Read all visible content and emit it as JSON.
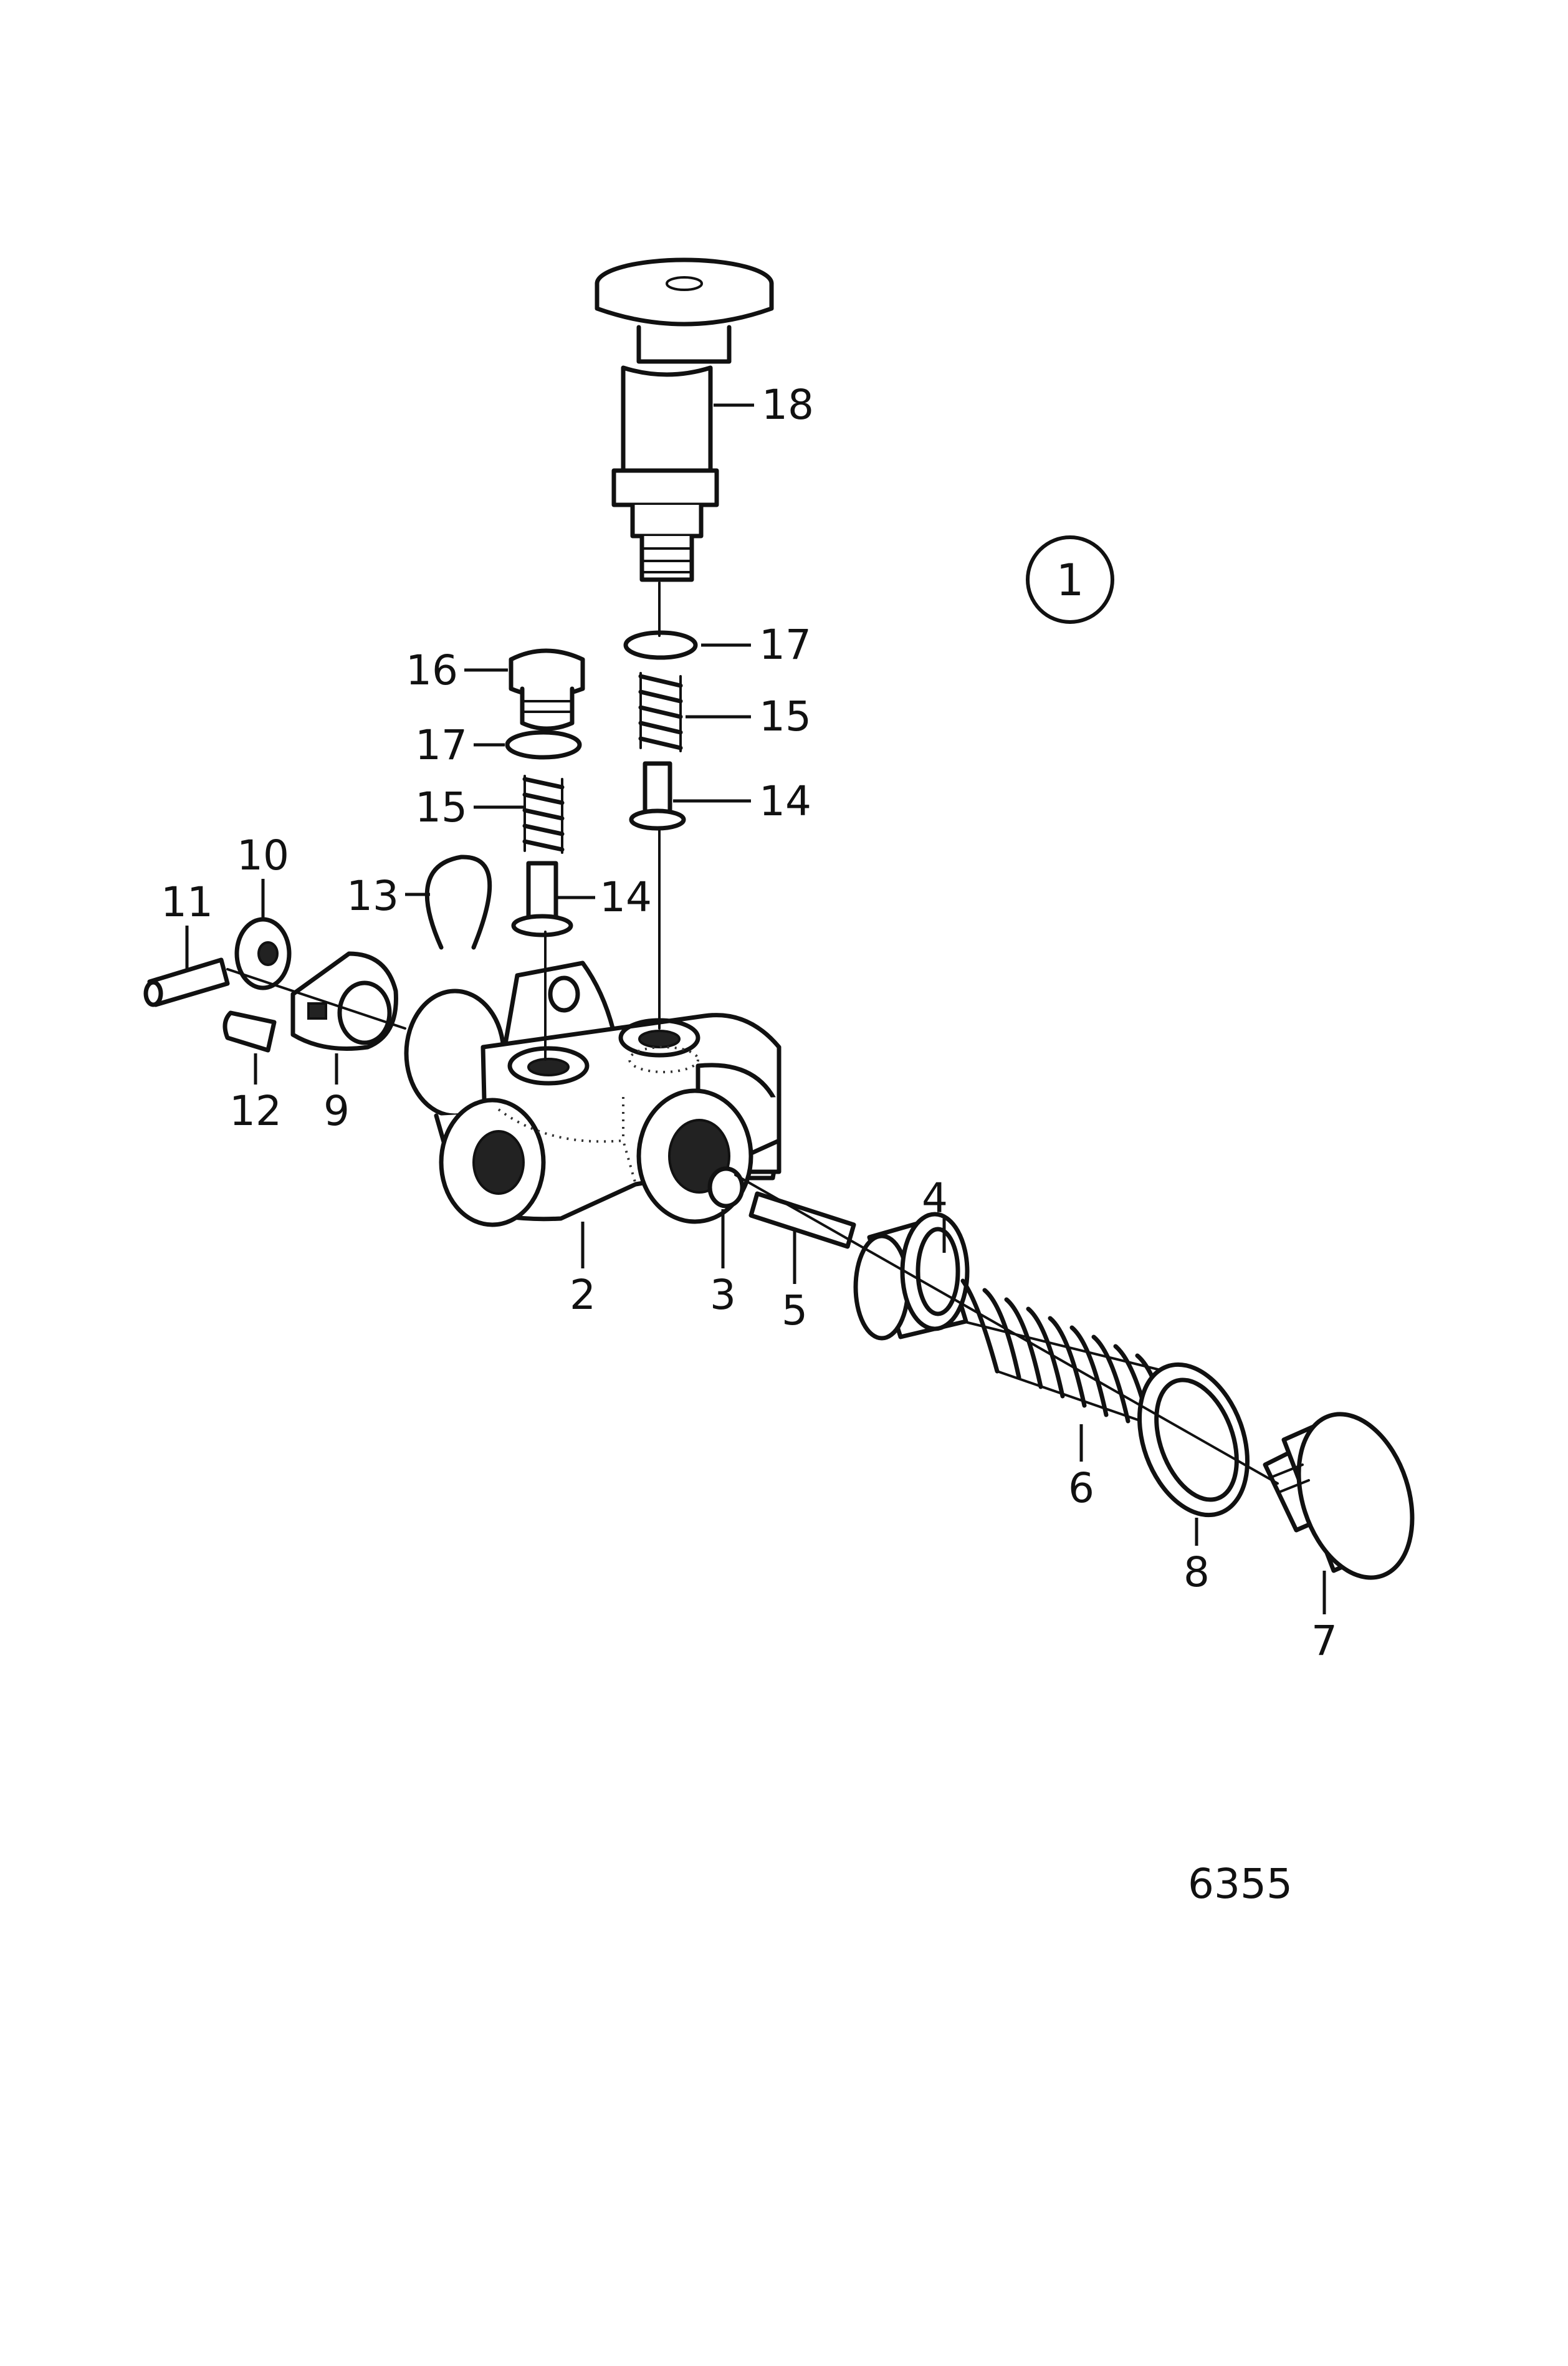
{
  "diagram": {
    "figure_number": "1",
    "drawing_number": "6355",
    "callouts": [
      "18",
      "17",
      "15",
      "14",
      "16",
      "17",
      "15",
      "14",
      "10",
      "11",
      "13",
      "12",
      "9",
      "2",
      "3",
      "4",
      "5",
      "6",
      "8",
      "7"
    ]
  }
}
